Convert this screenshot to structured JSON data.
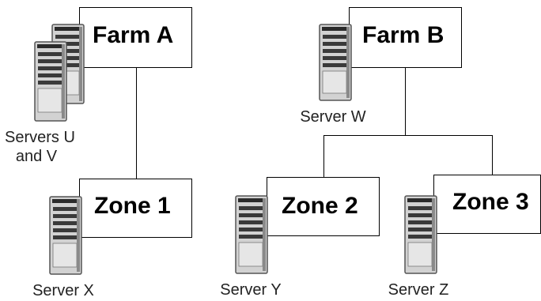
{
  "nodes": {
    "farm_a": {
      "title": "Farm A"
    },
    "farm_b": {
      "title": "Farm B"
    },
    "zone_1": {
      "title": "Zone 1"
    },
    "zone_2": {
      "title": "Zone 2"
    },
    "zone_3": {
      "title": "Zone 3"
    }
  },
  "servers": {
    "u_v": {
      "caption_line1": "Servers U",
      "caption_line2": "and V"
    },
    "w": {
      "caption": "Server W"
    },
    "x": {
      "caption": "Server X"
    },
    "y": {
      "caption": "Server Y"
    },
    "z": {
      "caption": "Server Z"
    }
  }
}
